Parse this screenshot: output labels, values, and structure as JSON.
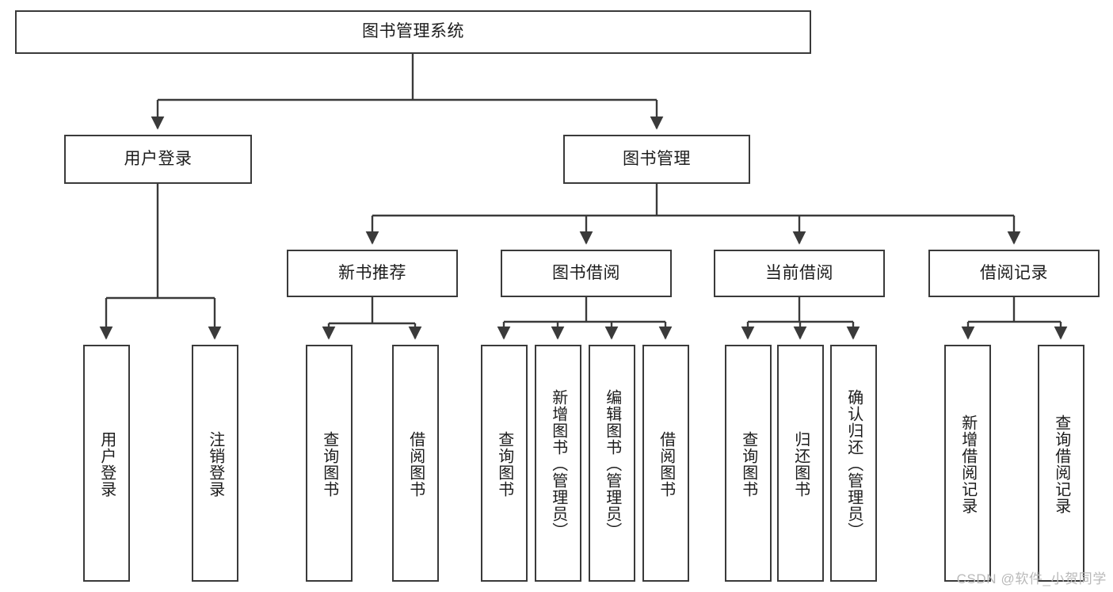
{
  "diagram": {
    "title": "图书管理系统",
    "type": "tree",
    "watermark": "CSDN @软件_小贺同学",
    "colors": {
      "stroke": "#3a3a3a",
      "box_fill": "#ffffff",
      "text": "#1c1c1c",
      "background": "#ffffff",
      "watermark": "#b9b9b9"
    },
    "root": {
      "id": "root",
      "label": "图书管理系统",
      "level": 1
    },
    "level2": [
      {
        "id": "user-login",
        "label": "用户登录",
        "level": 2
      },
      {
        "id": "book-manage",
        "label": "图书管理",
        "level": 2
      }
    ],
    "level3": [
      {
        "id": "new-book-recommend",
        "label": "新书推荐",
        "level": 3,
        "parent": "book-manage"
      },
      {
        "id": "book-borrow",
        "label": "图书借阅",
        "level": 3,
        "parent": "book-manage"
      },
      {
        "id": "current-borrow",
        "label": "当前借阅",
        "level": 3,
        "parent": "book-manage"
      },
      {
        "id": "borrow-record",
        "label": "借阅记录",
        "level": 3,
        "parent": "book-manage"
      }
    ],
    "leaves": {
      "user-login": [
        {
          "id": "leaf-user-login",
          "label": "用户登录"
        },
        {
          "id": "leaf-user-logout",
          "label": "注销登录"
        }
      ],
      "new-book-recommend": [
        {
          "id": "leaf-query-book-1",
          "label": "查询图书"
        },
        {
          "id": "leaf-borrow-book-1",
          "label": "借阅图书"
        }
      ],
      "book-borrow": [
        {
          "id": "leaf-query-book-2",
          "label": "查询图书"
        },
        {
          "id": "leaf-add-book",
          "label": "新增图书（管理员）"
        },
        {
          "id": "leaf-edit-book",
          "label": "编辑图书（管理员）"
        },
        {
          "id": "leaf-borrow-book-2",
          "label": "借阅图书"
        }
      ],
      "current-borrow": [
        {
          "id": "leaf-query-book-3",
          "label": "查询图书"
        },
        {
          "id": "leaf-return-book",
          "label": "归还图书"
        },
        {
          "id": "leaf-confirm-return",
          "label": "确认归还（管理员）"
        }
      ],
      "borrow-record": [
        {
          "id": "leaf-add-record",
          "label": "新增借阅记录"
        },
        {
          "id": "leaf-query-record",
          "label": "查询借阅记录"
        }
      ]
    }
  }
}
